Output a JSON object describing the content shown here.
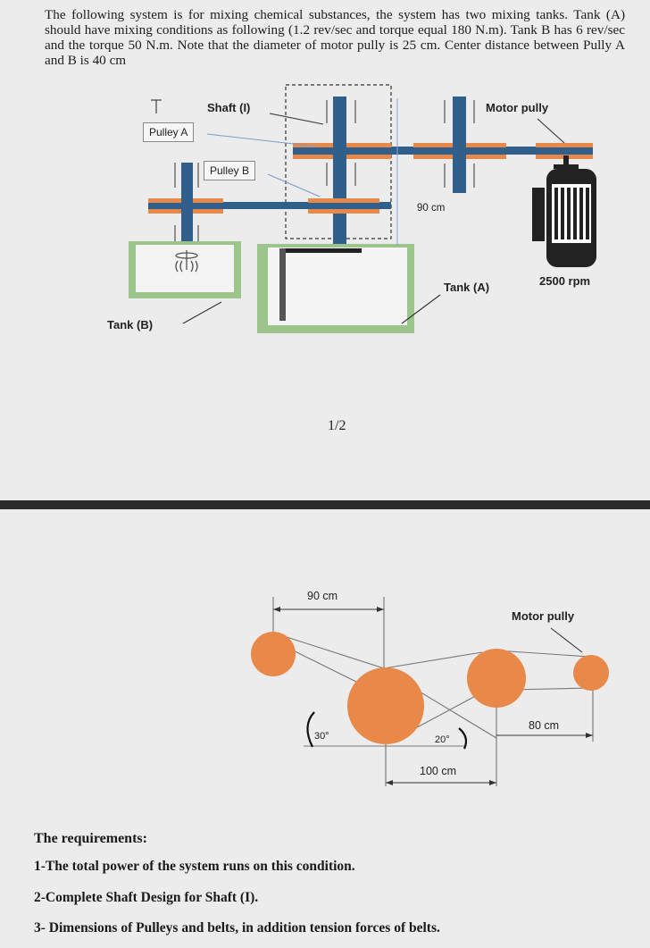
{
  "intro_text": "The following system is for mixing chemical substances, the system has two mixing tanks. Tank (A) should have mixing conditions as following (1.2 rev/sec and torque equal 180 N.m). Tank B has 6 rev/sec and the torque 50 N.m. Note that the diameter of motor pully is 25 cm. Center distance between Pully A and B is 40 cm",
  "diagram1": {
    "shaft_label": "Shaft (I)",
    "motor_pully_label": "Motor pully",
    "pulley_a_label": "Pulley A",
    "pulley_b_label": "Pulley B",
    "distance_label": "90 cm",
    "tank_a_label": "Tank (A)",
    "tank_b_label": "Tank (B)",
    "rpm_label": "2500 rpm"
  },
  "page_number": "1/2",
  "diagram2": {
    "distance_top": "90 cm",
    "motor_pully_label": "Motor pully",
    "distance_right": "80 cm",
    "angle_left": "30°",
    "angle_right": "20°",
    "distance_bottom": "100 cm"
  },
  "requirements": {
    "title": "The requirements:",
    "items": [
      "1-The total power of the system runs on this condition.",
      "2-Complete Shaft Design for Shaft (I).",
      "3- Dimensions of Pulleys and belts, in addition tension forces of belts."
    ]
  },
  "colors": {
    "pulley_orange": "#e8894a",
    "shaft_blue": "#2f5f8a",
    "tank_green": "#9bc58a"
  }
}
